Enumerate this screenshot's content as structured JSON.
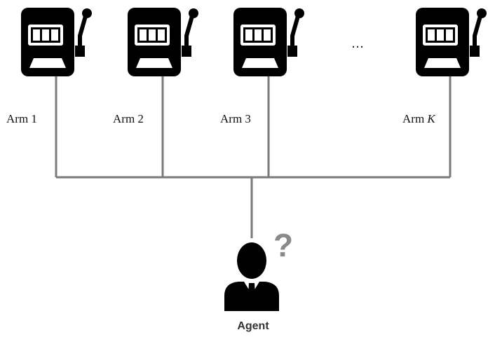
{
  "arms": [
    {
      "label": "Arm 1"
    },
    {
      "label": "Arm 2"
    },
    {
      "label": "Arm 3"
    },
    {
      "label_prefix": "Arm ",
      "label_var": "K"
    }
  ],
  "ellipsis": "…",
  "agent": {
    "label": "Agent",
    "question_mark": "?"
  },
  "colors": {
    "machine": "#000000",
    "line": "#7a7a7a",
    "question": "#8a8a8a"
  },
  "icons": [
    "slot-machine-icon",
    "person-icon",
    "question-mark-icon"
  ]
}
